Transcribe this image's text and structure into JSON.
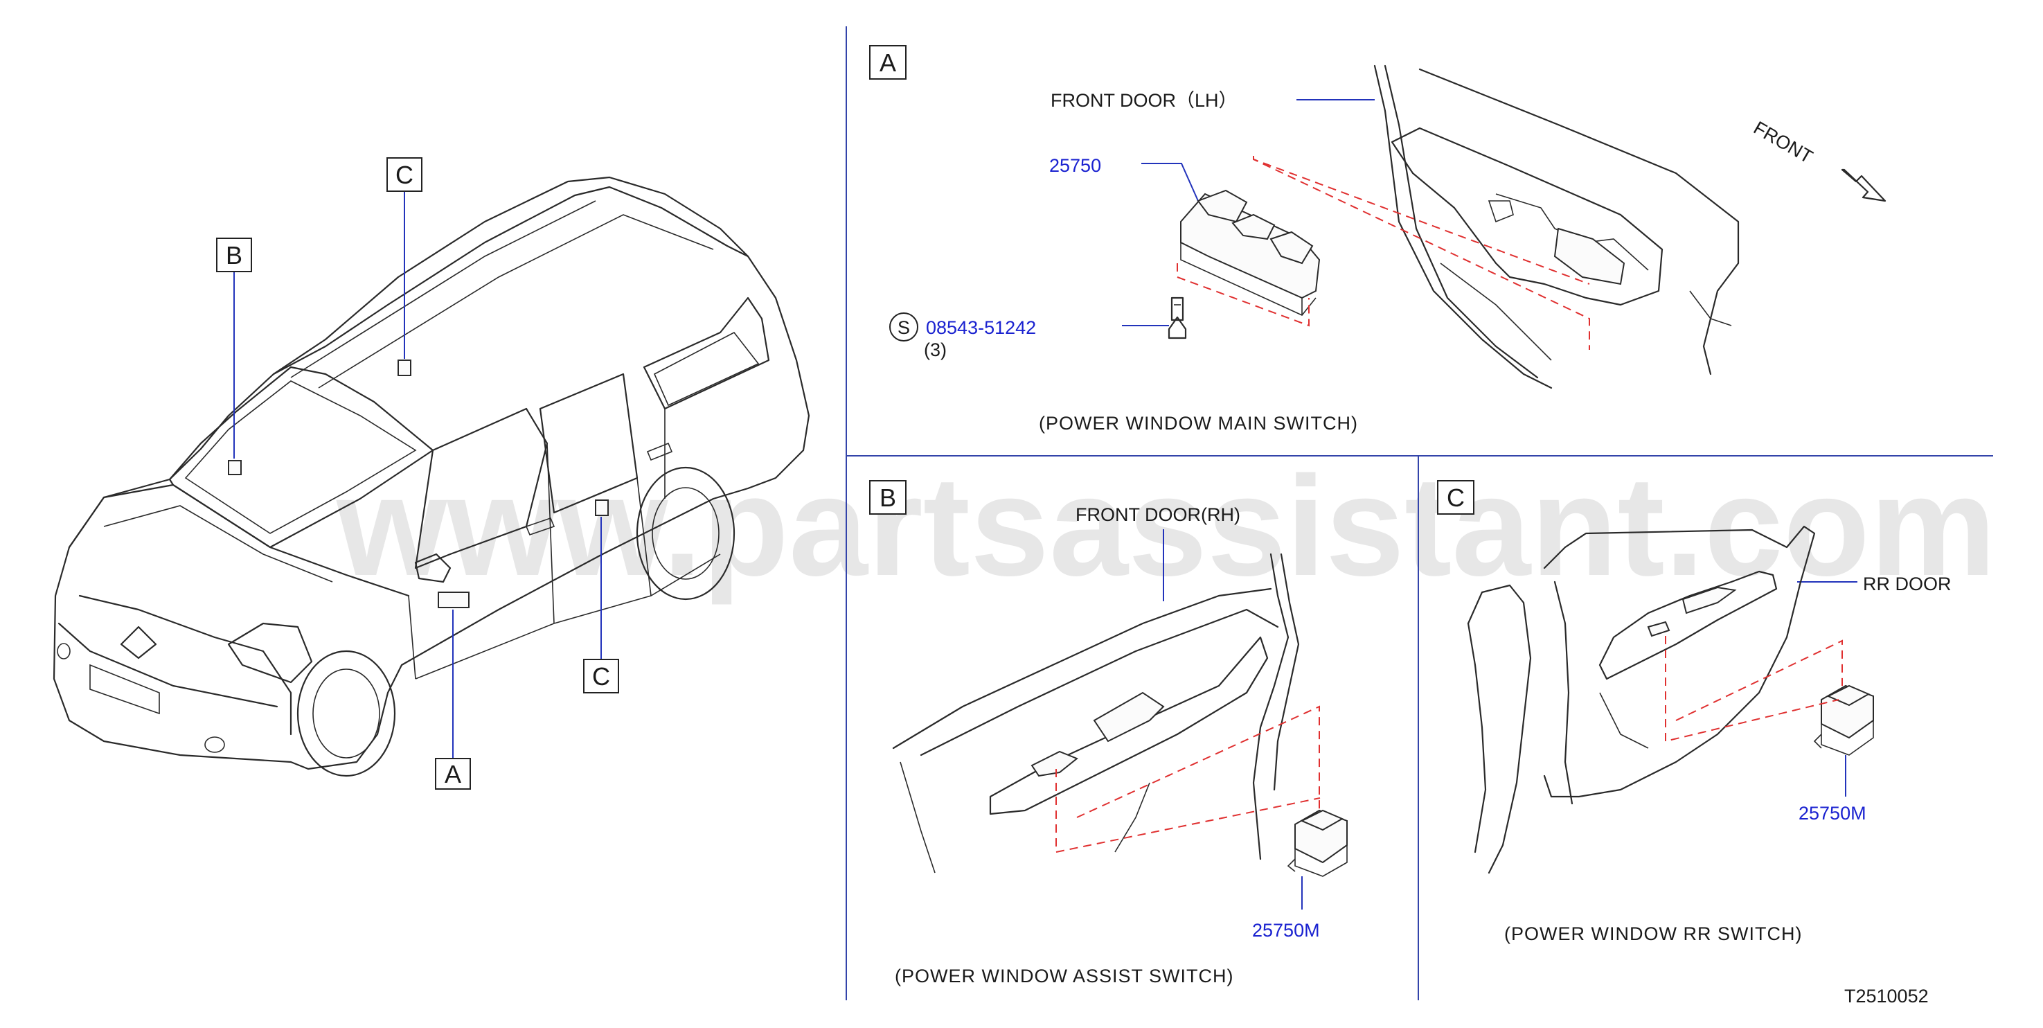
{
  "watermark": "www.partsassistant.com",
  "drawing_id": "T2510052",
  "overview": {
    "callouts": {
      "a": "A",
      "b": "B",
      "c_roof": "C",
      "c_rear": "C"
    }
  },
  "panel_a": {
    "box": "A",
    "location": "FRONT DOOR（LH）",
    "direction": "FRONT",
    "part_number": "25750",
    "screw_symbol": "S",
    "screw_part": "08543-51242",
    "screw_qty": "(3)",
    "caption": "(POWER WINDOW MAIN SWITCH)"
  },
  "panel_b": {
    "box": "B",
    "location": "FRONT DOOR(RH)",
    "part_number": "25750M",
    "caption": "(POWER WINDOW ASSIST SWITCH)"
  },
  "panel_c": {
    "box": "C",
    "location": "RR DOOR",
    "part_number": "25750M",
    "caption": "(POWER WINDOW RR SWITCH)"
  },
  "colors": {
    "part_number": "#1a22d0",
    "leader": "#2233bb",
    "dashed": "#e03030",
    "divider": "#3344aa"
  }
}
